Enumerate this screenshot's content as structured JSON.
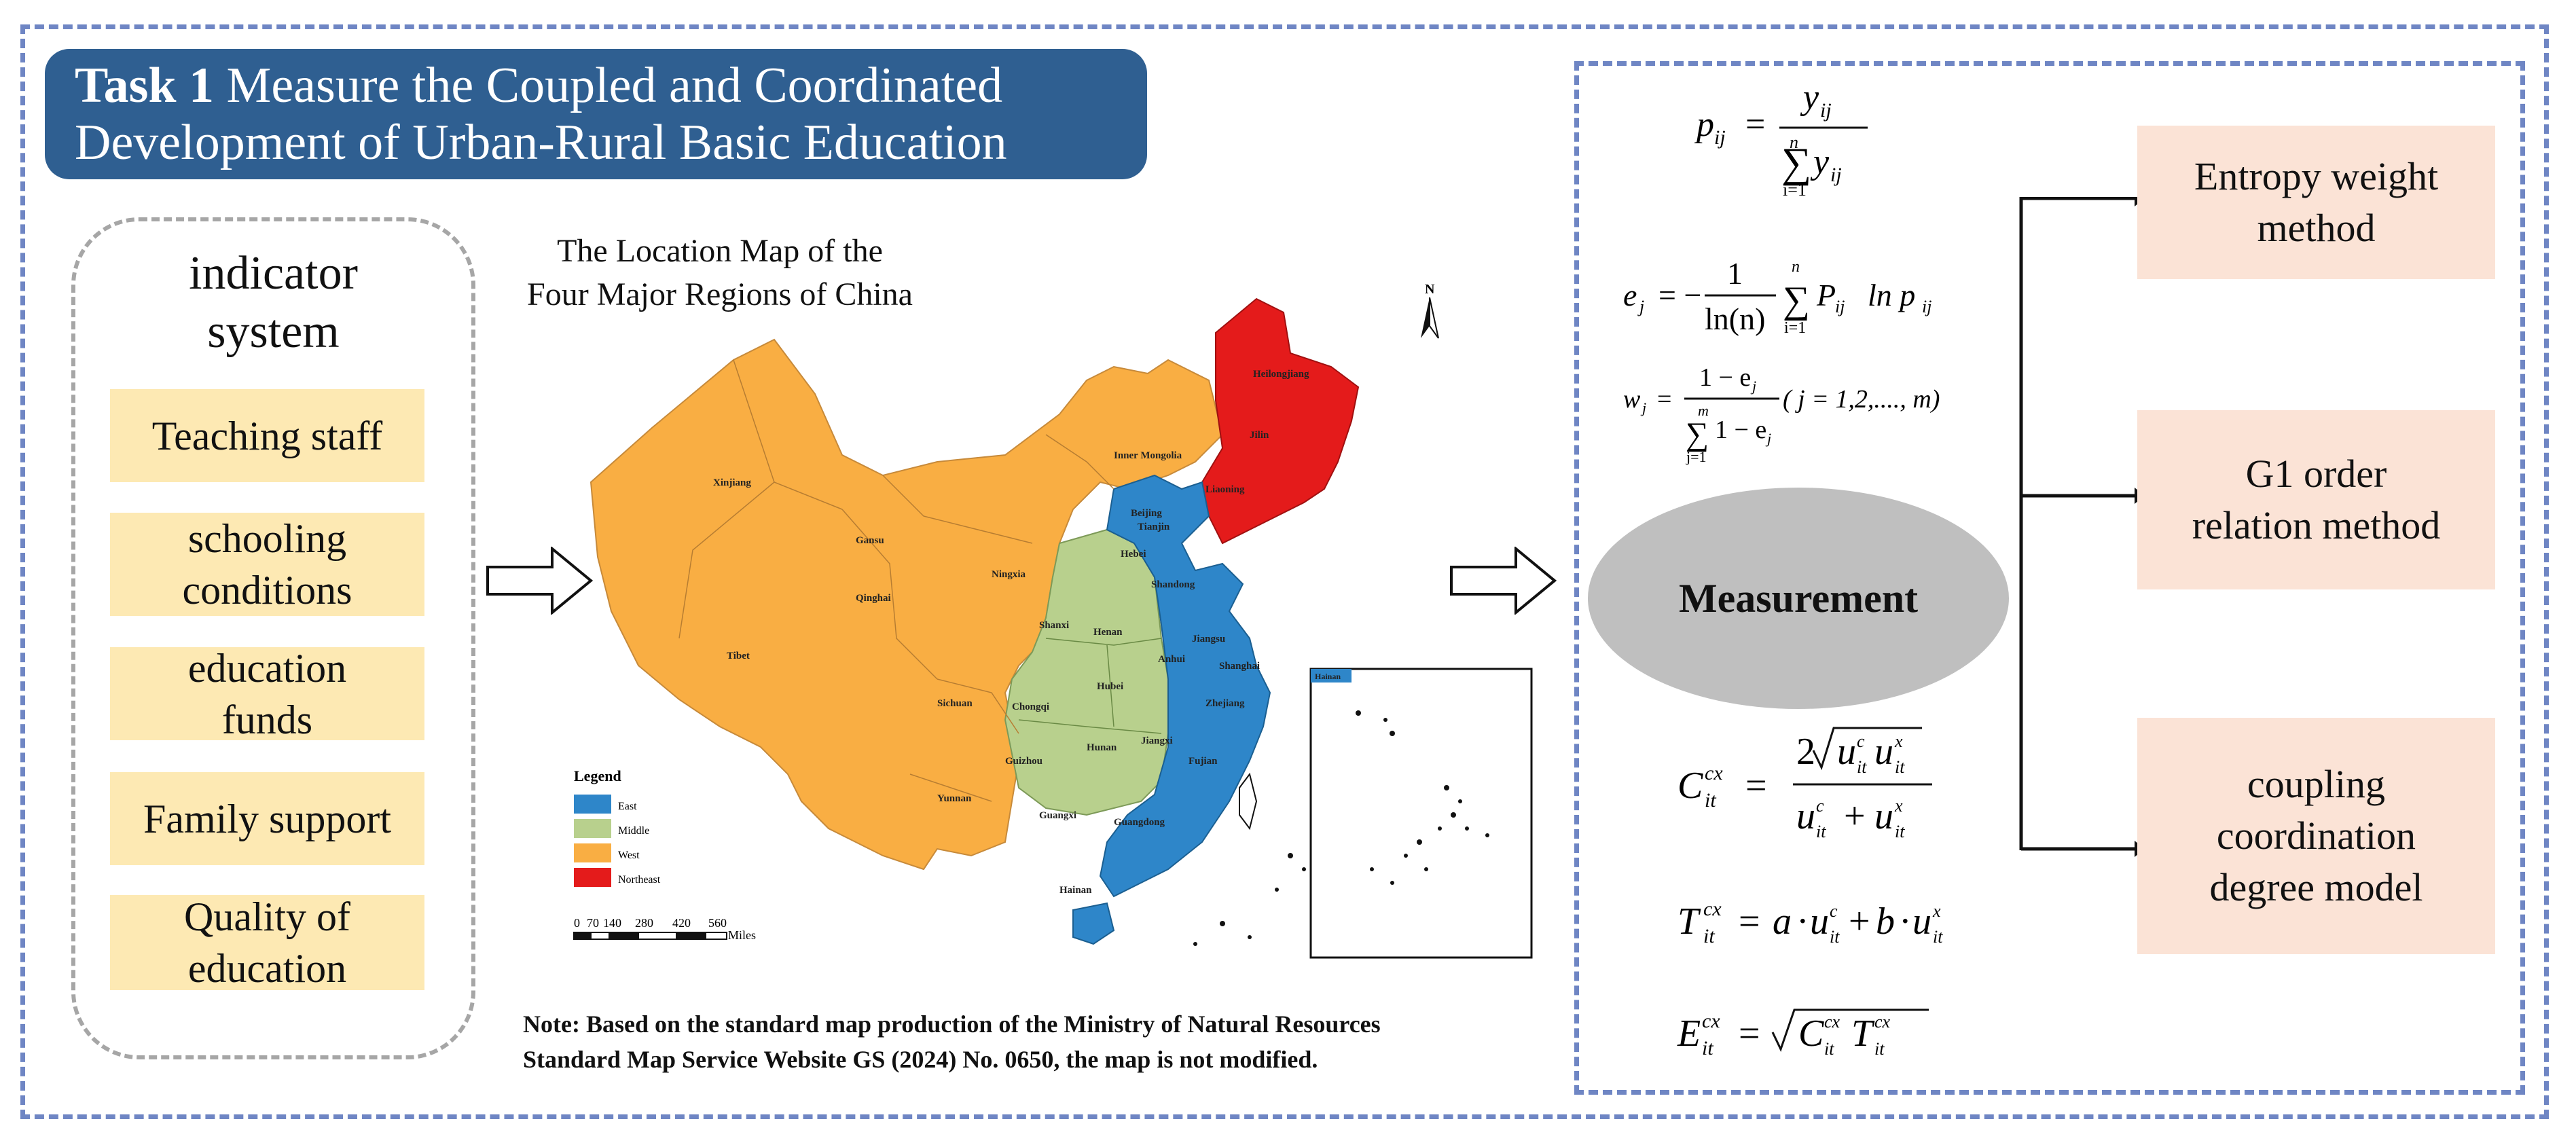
{
  "task": {
    "number": "Task 1",
    "title_line1": "Measure the Coupled and Coordinated",
    "title_line2": "Development  of Urban-Rural Basic Education"
  },
  "indicator": {
    "title_line1": "indicator",
    "title_line2": "system",
    "items": [
      {
        "line1": "Teaching staff",
        "line2": ""
      },
      {
        "line1": "schooling",
        "line2": "conditions"
      },
      {
        "line1": "education",
        "line2": "funds"
      },
      {
        "line1": "Family support",
        "line2": ""
      },
      {
        "line1": "Quality of",
        "line2": "education"
      }
    ]
  },
  "map": {
    "title_line1": "The Location Map of the",
    "title_line2": "Four Major Regions of China",
    "north": "N",
    "legend_title": "Legend",
    "legend": [
      {
        "label": "East",
        "color": "#2e86c9"
      },
      {
        "label": "Middle",
        "color": "#b8d08d"
      },
      {
        "label": "West",
        "color": "#f9ae43"
      },
      {
        "label": "Northeast",
        "color": "#e41b1b"
      }
    ],
    "provinces": [
      {
        "name": "Xinjiang"
      },
      {
        "name": "Tibet"
      },
      {
        "name": "Qinghai"
      },
      {
        "name": "Gansu"
      },
      {
        "name": "Inner Mongolia"
      },
      {
        "name": "Ningxia"
      },
      {
        "name": "Sichuan"
      },
      {
        "name": "Chongqi"
      },
      {
        "name": "Yunnan"
      },
      {
        "name": "Guizhou"
      },
      {
        "name": "Guangxi"
      },
      {
        "name": "Shanxi"
      },
      {
        "name": "Henan"
      },
      {
        "name": "Hubei"
      },
      {
        "name": "Hunan"
      },
      {
        "name": "Anhui"
      },
      {
        "name": "Jiangxi"
      },
      {
        "name": "Heilongjiang"
      },
      {
        "name": "Jilin"
      },
      {
        "name": "Liaoning"
      },
      {
        "name": "Beijing"
      },
      {
        "name": "Tianjin"
      },
      {
        "name": "Hebei"
      },
      {
        "name": "Shandong"
      },
      {
        "name": "Jiangsu"
      },
      {
        "name": "Shanghai"
      },
      {
        "name": "Zhejiang"
      },
      {
        "name": "Fujian"
      },
      {
        "name": "Guangdong"
      },
      {
        "name": "Hainan"
      },
      {
        "name": "Hainan"
      }
    ],
    "scale_ticks": [
      "0",
      "70",
      "140",
      "280",
      "420",
      "560"
    ],
    "scale_unit": "Miles"
  },
  "note": {
    "line1": "Note:  Based on the standard map production of the Ministry of Natural Resources",
    "line2": "Standard Map Service Website GS (2024) No. 0650, the map is not modified."
  },
  "formulas": {
    "f1_lhs": "p",
    "f1_sub": "ij",
    "f1_num": "y",
    "f1_num_sub": "ij",
    "f1_sum_top": "n",
    "f1_sum_bottom": "i=1",
    "f1_den": "y",
    "f1_den_sub": "ij",
    "f2_lhs": "e",
    "f2_sub": "j",
    "f2_num": "1",
    "f2_den": "ln(n)",
    "f2_sum_top": "n",
    "f2_sum_bottom": "i=1",
    "f2_tail": "P",
    "f2_tail_sub": "ij",
    "f2_ln": "ln p",
    "f2_ln_sub": "ij",
    "f3_lhs": "w",
    "f3_sub": "j",
    "f3_num": "1 − e",
    "f3_num_sub": "j",
    "f3_sum_top": "m",
    "f3_sum_bottom": "j=1",
    "f3_den": "1 − e",
    "f3_den_sub": "j",
    "f3_tail": "( j = 1,2,...., m)",
    "f4_lhs": "C",
    "f4_sup": "cx",
    "f4_sub": "it",
    "f4_num": "2√u u",
    "f4_den": "u + u",
    "f5_lhs": "T",
    "f5_sup": "cx",
    "f5_sub": "it",
    "f5_rhs": "= a · u + b · u",
    "f6_lhs": "E",
    "f6_sup": "cx",
    "f6_sub": "it",
    "f6_rhs": "C T"
  },
  "measurement": "Measurement",
  "methods": [
    {
      "line1": "Entropy weight",
      "line2": "method",
      "line3": ""
    },
    {
      "line1": "G1 order",
      "line2": "relation method",
      "line3": ""
    },
    {
      "line1": "coupling",
      "line2": "coordination",
      "line3": "degree model"
    }
  ]
}
